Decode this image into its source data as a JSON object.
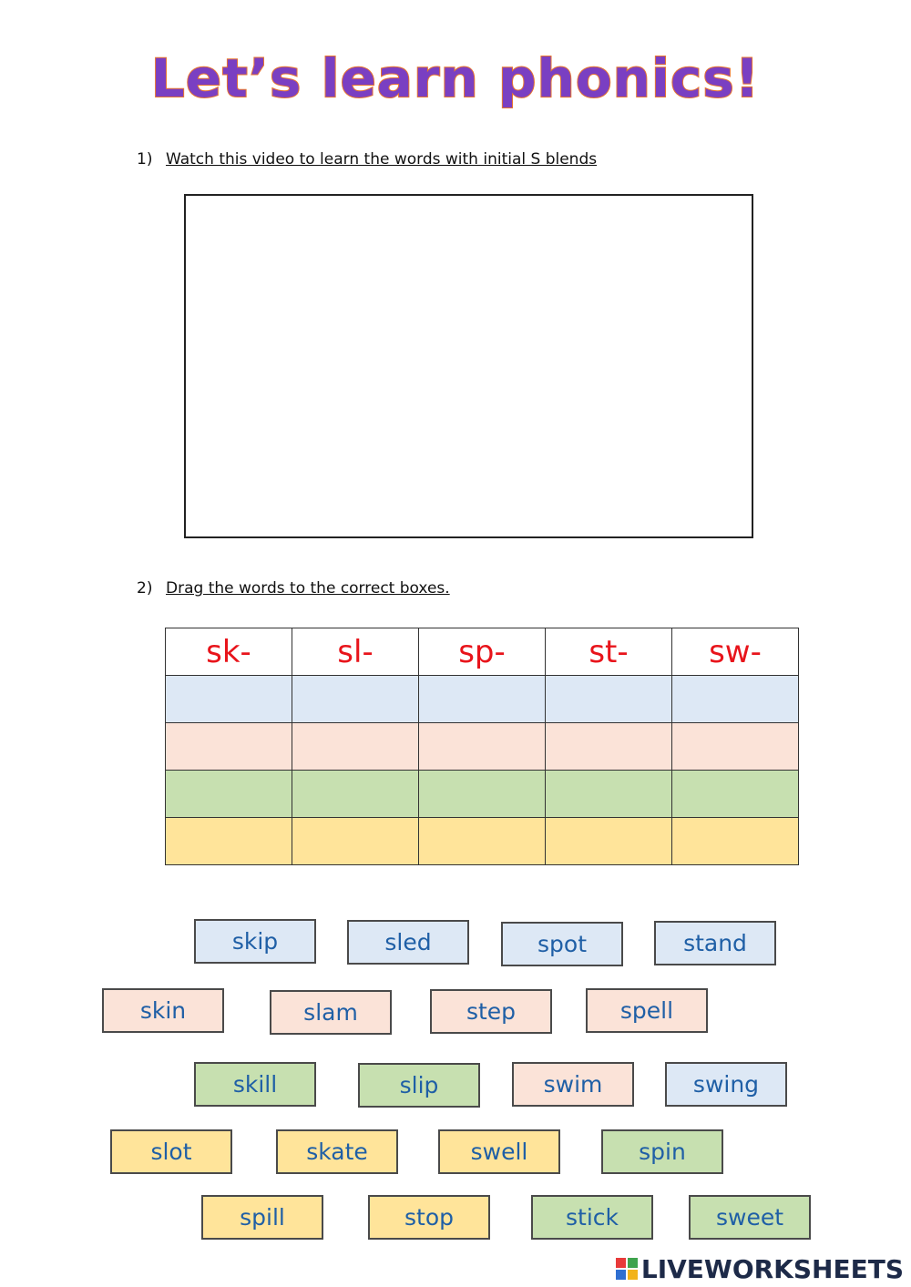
{
  "title": "Let’s learn phonics!",
  "instructions": [
    {
      "number": "1)",
      "text": "Watch this video to learn the words with initial S blends"
    },
    {
      "number": "2)",
      "text": "Drag the words to the correct boxes."
    }
  ],
  "table": {
    "headers": [
      "sk-",
      "sl-",
      "sp-",
      "st-",
      "sw-"
    ],
    "row_colors": [
      "#dde8f5",
      "#fbe3d8",
      "#c7e0b0",
      "#ffe49a"
    ],
    "header_color": "#e8141b"
  },
  "words": [
    "skip",
    "sled",
    "spot",
    "stand",
    "skin",
    "slam",
    "step",
    "spell",
    "skill",
    "slip",
    "swim",
    "swing",
    "slot",
    "skate",
    "swell",
    "spin",
    "spill",
    "stop",
    "stick",
    "sweet"
  ],
  "logo": {
    "text": "LIVEWORKSHEETS",
    "icon_colors": [
      "#e83a3a",
      "#3fa34d",
      "#2f6fd1",
      "#f2b31b"
    ]
  }
}
